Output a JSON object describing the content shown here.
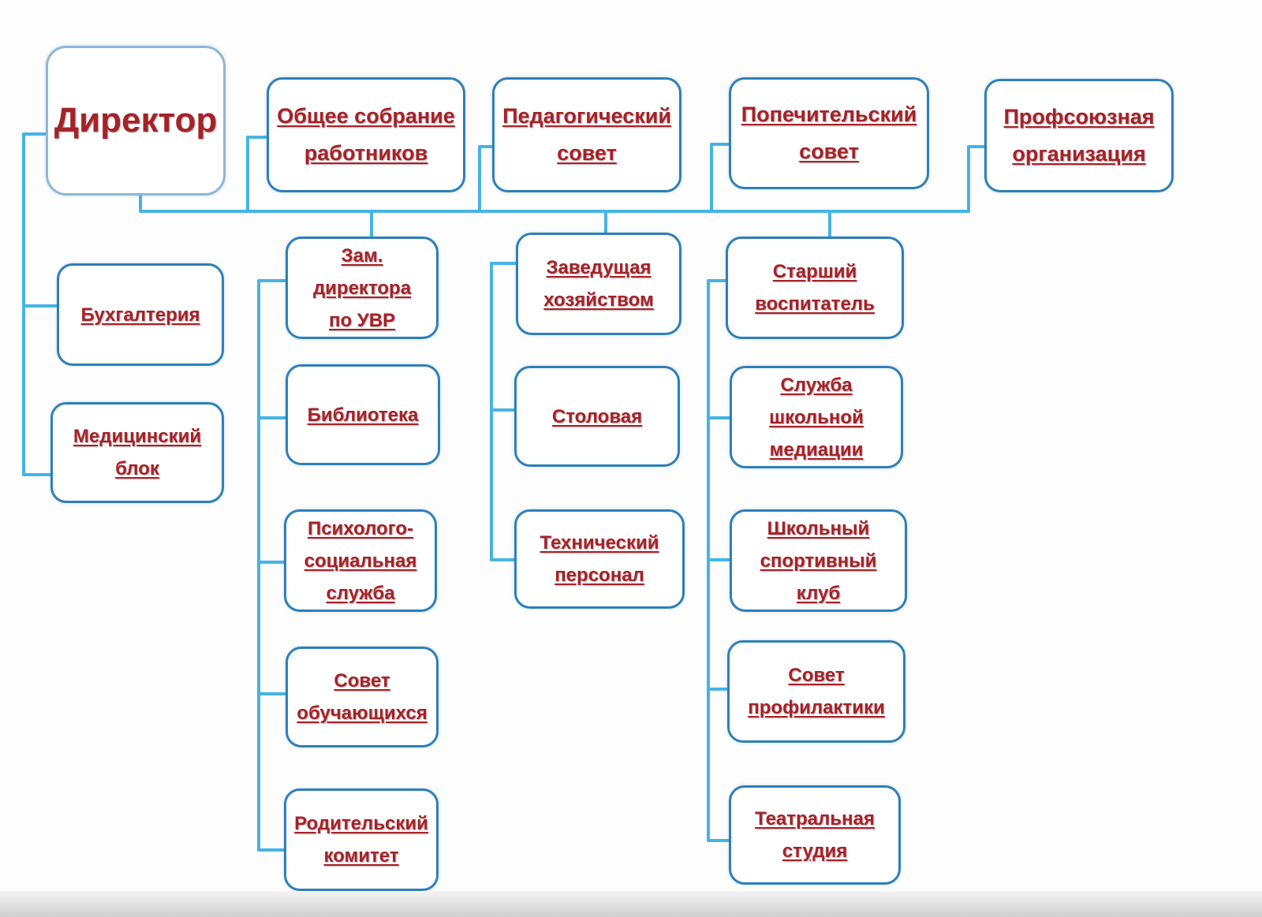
{
  "colors": {
    "connector": "#46b3e6",
    "box_border": "#2f7fb7",
    "label_text": "#a3232a"
  },
  "boxes": {
    "director": "Директор",
    "general_meeting": "Общее собрание\nработников",
    "pedagogical_council": "Педагогический\nсовет",
    "board_of_trustees": "Попечительский\nсовет",
    "trade_union": "Профсоюзная\nорганизация",
    "accounting": "Бухгалтерия",
    "medical_unit": "Медицинский\nблок",
    "deputy_director": "Зам.  директора\nпо УВР",
    "library": "Библиотека",
    "psych_social_service": "Психолого-\nсоциальная\nслужба",
    "student_council": "Совет\nобучающихся",
    "parent_committee": "Родительский\nкомитет",
    "head_of_household": "Заведущая\nхозяйством",
    "canteen": "Столовая",
    "technical_staff": "Технический\nперсонал",
    "senior_educator": "Старший\nвоспитатель",
    "school_mediation": "Служба\nшкольной\nмедиации",
    "sports_club": "Школьный\nспортивный\nклуб",
    "prevention_council": "Совет\nпрофилактики",
    "theatre_studio": "Театральная\nстудия"
  }
}
